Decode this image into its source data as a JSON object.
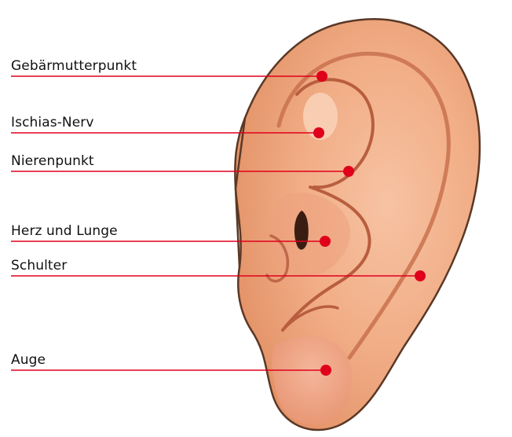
{
  "colors": {
    "accent": "#e0001b",
    "skin_base": "#f2b38d",
    "skin_light": "#f7c9a7",
    "skin_shadow": "#d9835f",
    "outline": "#3a2418"
  },
  "labels": [
    {
      "id": "gebaermutterpunkt",
      "text": "Gebärmutterpunkt"
    },
    {
      "id": "ischias-nerv",
      "text": "Ischias-Nerv"
    },
    {
      "id": "nierenpunkt",
      "text": "Nierenpunkt"
    },
    {
      "id": "herz-und-lunge",
      "text": "Herz und Lunge"
    },
    {
      "id": "schulter",
      "text": "Schulter"
    },
    {
      "id": "auge",
      "text": "Auge"
    }
  ]
}
